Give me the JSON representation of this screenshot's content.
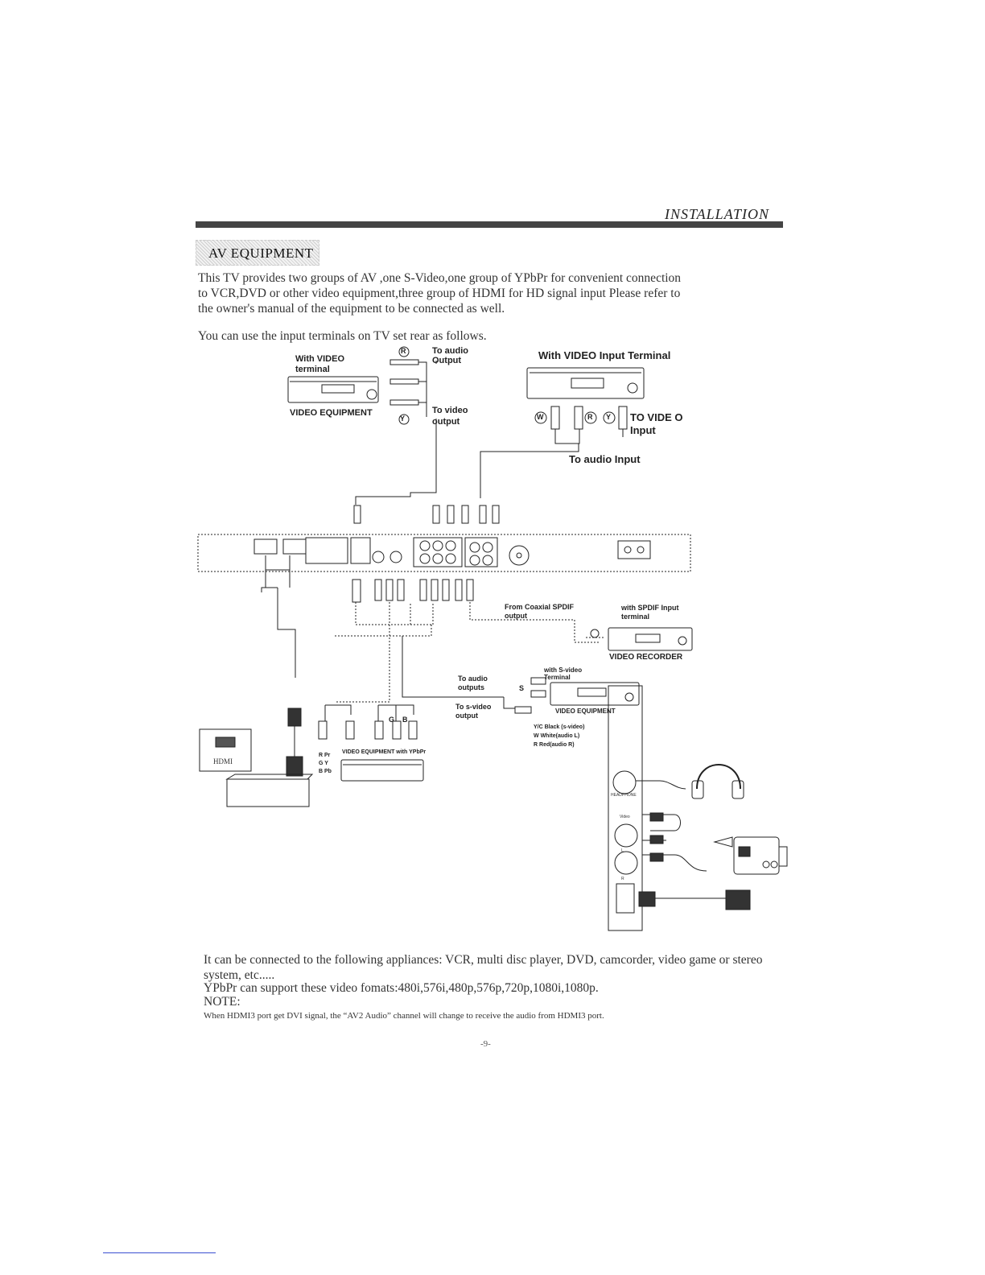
{
  "header": {
    "section": "INSTALLATION"
  },
  "av": {
    "heading": "AV EQUIPMENT",
    "intro_lines": [
      "This TV provides two groups of AV ,one  S-Video,one group of  YPbPr  for convenient connection",
      "to VCR,DVD or other video equipment,three group of HDMI for HD signal input Please refer to",
      "the owner's manual of the equipment to be connected as well."
    ],
    "use_text": "You can use the input terminals on TV set rear as follows."
  },
  "diagram": {
    "with_video_terminal": [
      "With VIDEO",
      "terminal"
    ],
    "video_equipment": "VIDEO EQUIPMENT",
    "to_audio_output": [
      "To audio",
      "Output"
    ],
    "to_video_output": [
      "To video",
      "output"
    ],
    "with_video_input_terminal": "With VIDEO Input Terminal",
    "to_video_input": [
      "TO VIDE O",
      "Input"
    ],
    "to_audio_input": "To audio Input",
    "from_coaxial": [
      "From Coaxial SPDIF",
      "output"
    ],
    "with_spdif": [
      "with SPDIF Input",
      "terminal"
    ],
    "video_recorder": "VIDEO RECORDER",
    "to_audio_outputs": [
      "To audio",
      "outputs"
    ],
    "to_svideo_output": [
      "To s-video",
      "output"
    ],
    "with_svideo_terminal": [
      "with S-video",
      "Terminal"
    ],
    "video_equipment_small": "VIDEO EQUIPMENT",
    "legend": [
      "Black (s-video)",
      "White(audio L)",
      "Red(audio R)"
    ],
    "legend_marks": [
      "Y/C",
      "W",
      "R"
    ],
    "ypbpr_equipment": "VIDEO EQUIPMENT with YPbPr",
    "ypbpr_legend": [
      "Pr",
      "Y",
      "Pb"
    ],
    "ypbpr_marks": [
      "R",
      "G",
      "B"
    ],
    "hdmi": "HDMI",
    "headphone": "HEADPHONE",
    "side_labels": [
      "Video",
      "L",
      "R"
    ],
    "plug_marks": {
      "R": "R",
      "W": "W",
      "Y": "Y",
      "S": "S",
      "G": "G",
      "B": "B"
    }
  },
  "footer_text": {
    "line1": "It can be connected to the following appliances: VCR, multi disc player, DVD, camcorder, video game or stereo",
    "line2": "system, etc.....",
    "line3": "YPbPr can support these video fomats:480i,576i,480p,576p,720p,1080i,1080p.",
    "note_label": "NOTE:",
    "note_text": "When HDMI3 port get DVI signal, the  “AV2  Audio”  channel will change  to receive  the audio from HDMI3 port."
  },
  "page": {
    "number": "-9-"
  }
}
